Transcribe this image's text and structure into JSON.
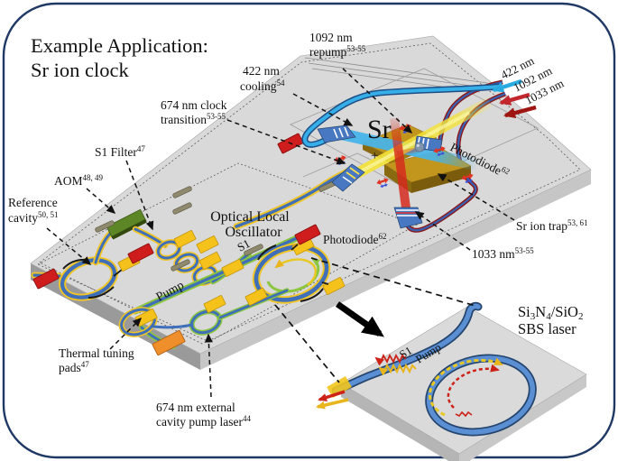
{
  "figure_title": {
    "line1": "Example Application:",
    "line2": "Sr ion clock"
  },
  "labels": {
    "repump": {
      "line1": "1092 nm",
      "line2": "repump",
      "sup": "53-55"
    },
    "cooling": {
      "line1": "422 nm",
      "line2": "cooling",
      "sup": "54"
    },
    "clock_transition": {
      "line1": "674 nm clock",
      "line2": "transition",
      "sup": "53-55"
    },
    "s1_filter": {
      "text": "S1 Filter",
      "sup": "47"
    },
    "aom": {
      "text": "AOM",
      "sup": "48, 49"
    },
    "reference_cavity": {
      "line1": "Reference",
      "line2": "cavity",
      "sup": "50, 51"
    },
    "optical_local_oscillator": {
      "line1": "Optical Local",
      "line2": "Oscillator"
    },
    "photodiode_olo": {
      "text": "Photodiode",
      "sup": "62"
    },
    "photodiode_trap": {
      "text": "Photodiode",
      "sup": "62"
    },
    "thermal_pads": {
      "line1": "Thermal tuning",
      "line2": "pads",
      "sup": "47"
    },
    "ecdl": {
      "line1": "674 nm external",
      "line2": "cavity pump laser",
      "sup": "44"
    },
    "sr_ion_trap": {
      "text": "Sr ion trap",
      "sup": "53, 61"
    },
    "nm_1033": {
      "text": "1033 nm",
      "sup": "53-55"
    },
    "sr_ion": {
      "symbol": "Sr",
      "charge": "+"
    },
    "pump_waveguide": "Pump",
    "s1_waveguide": "S1"
  },
  "input_beams": [
    {
      "label": "422 nm",
      "color": "#29abe2"
    },
    {
      "label": "1092 nm",
      "color": "#c1272d"
    },
    {
      "label": "1033 nm",
      "color": "#9e1511"
    }
  ],
  "sbs_chip": {
    "formula": {
      "si": "Si",
      "sub3": "3",
      "n": "N",
      "sub4": "4",
      "slash_sio": "/SiO",
      "sub2": "2"
    },
    "line2": "SBS laser",
    "s1": "S1",
    "pump": "Pump"
  },
  "colors": {
    "border": "#1f3864",
    "chip_gray": "#d9d9d9",
    "waveguide_blue": "#3f6fb8",
    "beam_422": "#36aee8",
    "beam_674": "#f7ef55",
    "beam_1033": "#d6281c",
    "pad_yellow": "#f5c21c",
    "pad_red": "#cf1d1d",
    "aom_green": "#5d8726",
    "pad_orange": "#ef8f2b",
    "trap_gold": "#c2951d"
  }
}
